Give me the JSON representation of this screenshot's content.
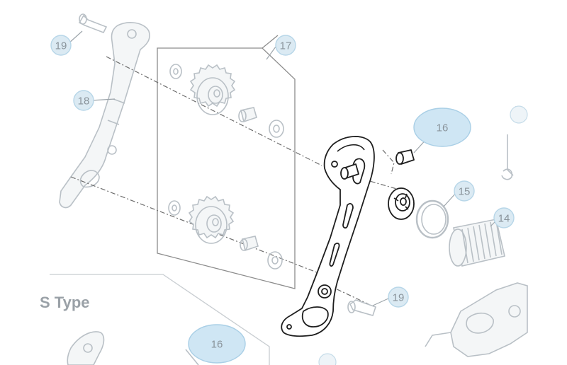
{
  "callouts": {
    "c19_top": "19",
    "c17": "17",
    "c18": "18",
    "c16_right": "16",
    "c15": "15",
    "c14": "14",
    "c19_bottom": "19",
    "c16_bottom": "16"
  },
  "section_label": "S Type",
  "colors": {
    "callout_fill": "#dbeaf3",
    "callout_ring": "#b7d6e8",
    "highlight_fill": "#cfe6f4"
  }
}
